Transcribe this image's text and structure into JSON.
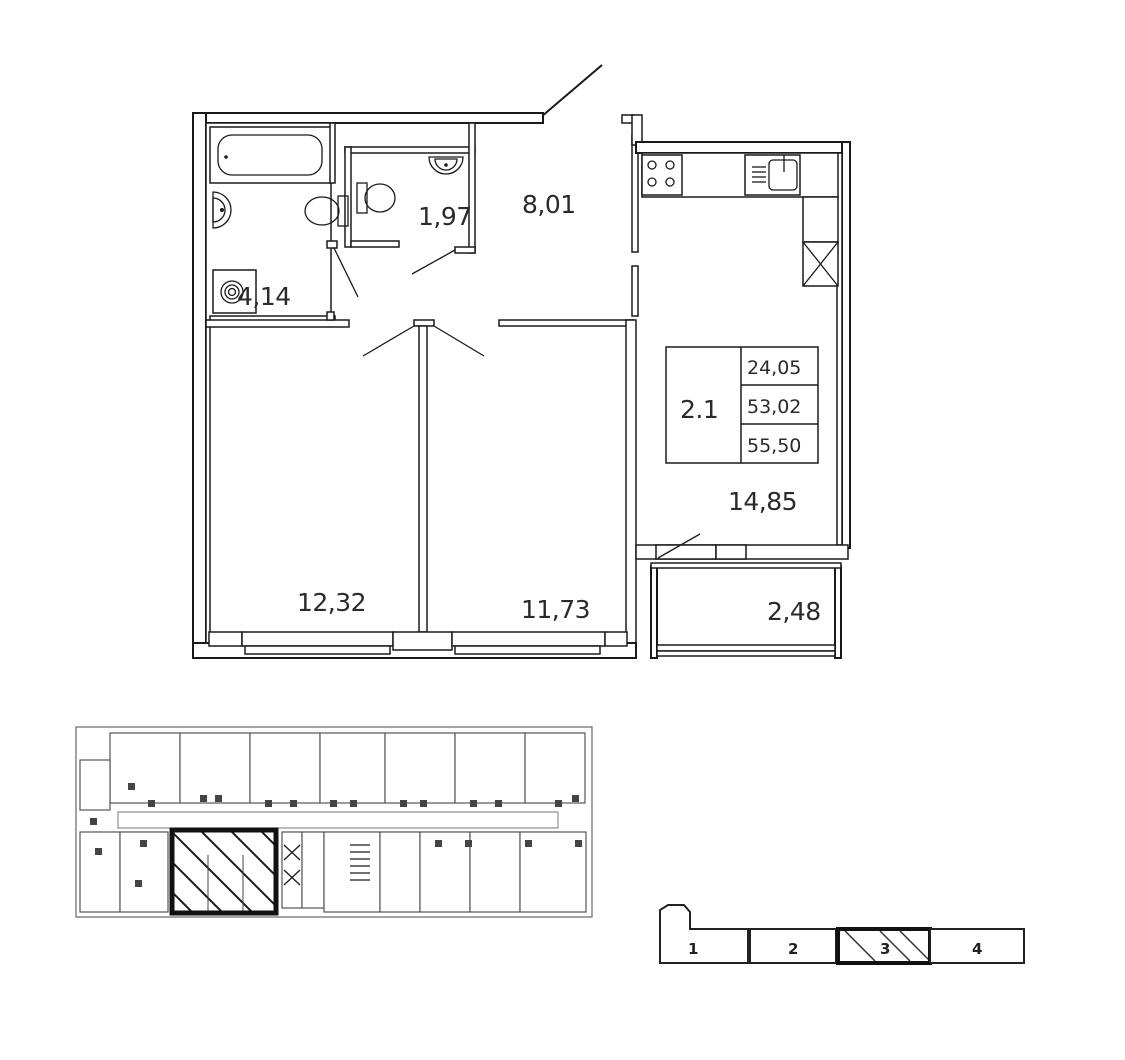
{
  "plan": {
    "apartment_code": "2.1",
    "area_summary": [
      "24,05",
      "53,02",
      "55,50"
    ],
    "rooms": [
      {
        "id": "bathroom",
        "area": "4,14"
      },
      {
        "id": "toilet",
        "area": "1,97"
      },
      {
        "id": "hallway",
        "area": "8,01"
      },
      {
        "id": "kitchen",
        "area": "14,85"
      },
      {
        "id": "bedroom-left",
        "area": "12,32"
      },
      {
        "id": "bedroom-right",
        "area": "11,73"
      },
      {
        "id": "balcony",
        "area": "2,48"
      }
    ]
  },
  "floor_key": {
    "highlighted_unit": "2.1"
  },
  "section_key": {
    "sections": [
      "1",
      "2",
      "3",
      "4"
    ],
    "highlighted": "3"
  },
  "colors": {
    "line": "#1a1a1a",
    "text": "#2a2a2a",
    "background": "#ffffff"
  }
}
